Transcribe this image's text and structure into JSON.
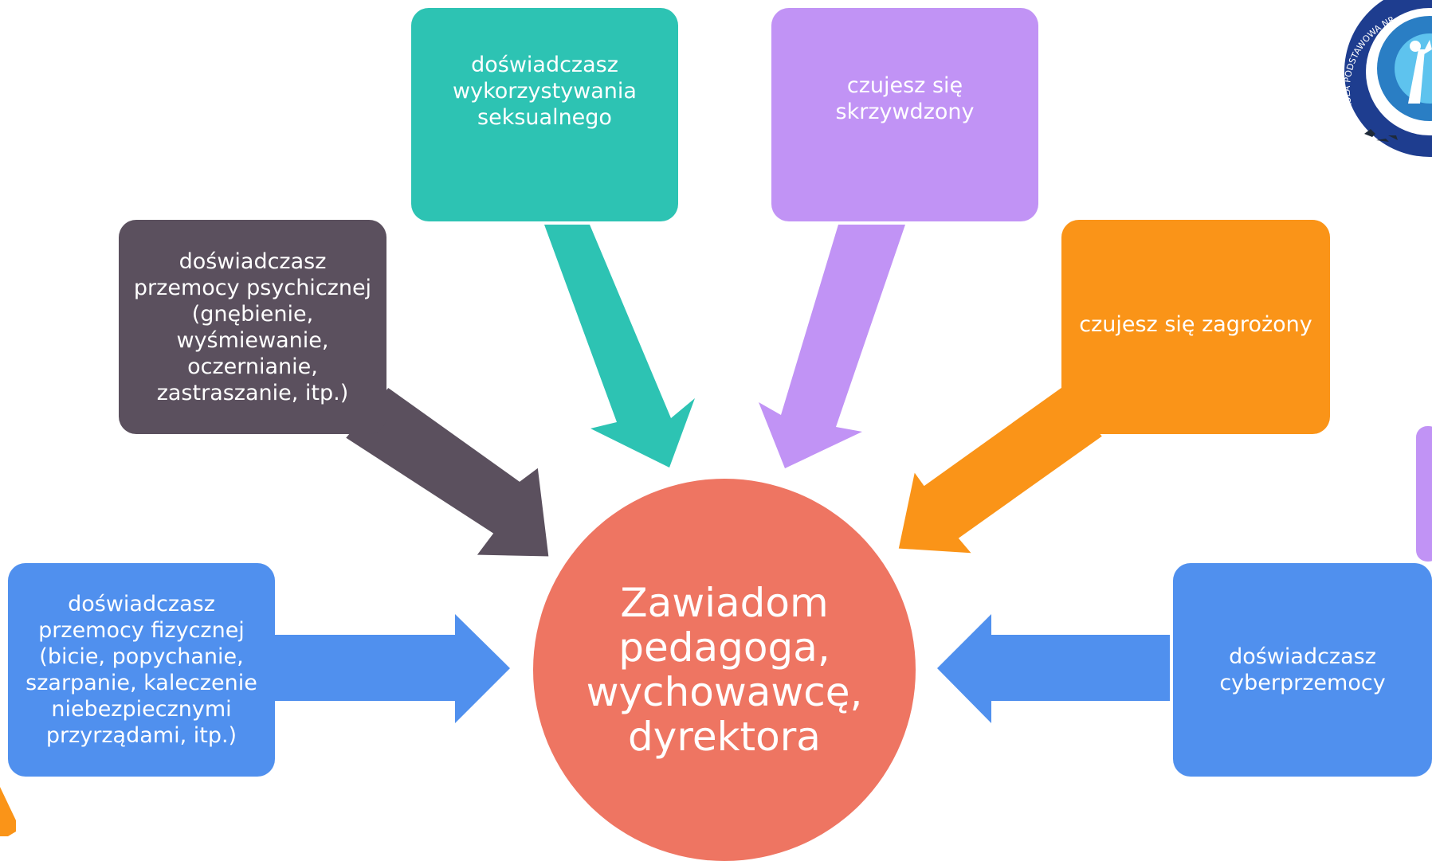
{
  "center": {
    "lines": [
      "Zawiadom",
      "pedagoga,",
      "wychowawcę,",
      "dyrektora"
    ],
    "color": "#ee7562"
  },
  "boxes": {
    "physical": {
      "lines": [
        "doświadczasz",
        "przemocy fizycznej",
        "(bicie, popychanie,",
        "szarpanie, kaleczenie",
        "niebezpiecznymi",
        "przyrządami, itp.)"
      ],
      "color": "#5090ee"
    },
    "psychological": {
      "lines": [
        "doświadczasz",
        "przemocy psychicznej",
        "(gnębienie,",
        "wyśmiewanie,",
        "oczernianie,",
        "zastraszanie, itp.)"
      ],
      "color": "#5b505e"
    },
    "sexual": {
      "lines": [
        "doświadczasz",
        "wykorzystywania",
        "seksualnego"
      ],
      "color": "#2dc3b3"
    },
    "hurt": {
      "lines": [
        "czujesz się",
        "skrzywdzony"
      ],
      "color": "#c193f5"
    },
    "threatened": {
      "lines": [
        "czujesz się zagrożony"
      ],
      "color": "#fa9418"
    },
    "cyber": {
      "lines": [
        "doświadczasz",
        "cyberprzemocy"
      ],
      "color": "#5090ee"
    }
  },
  "logo": {
    "text": "SZKOŁA PODSTAWOWA NR",
    "ring_color": "#1e3d8f",
    "inner_color": "#2a7ec4"
  }
}
